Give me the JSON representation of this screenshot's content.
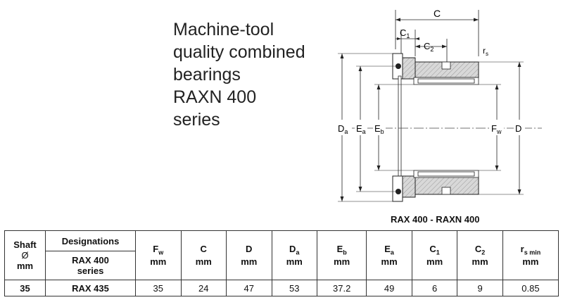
{
  "title_lines": [
    "Machine-tool",
    "quality combined",
    "bearings",
    "RAXN 400",
    "series"
  ],
  "drawing_labels": {
    "C": "C",
    "C1": "C",
    "C1_sub": "1",
    "C2": "C",
    "C2_sub": "2",
    "rs": "r",
    "rs_sub": "s",
    "Da": "D",
    "Da_sub": "a",
    "Ea": "E",
    "Ea_sub": "a",
    "Eb": "E",
    "Eb_sub": "b",
    "Fw": "F",
    "Fw_sub": "w",
    "D": "D"
  },
  "caption": "RAX 400 - RAXN 400",
  "table": {
    "shaft_header": [
      "Shaft",
      "Ø",
      "mm"
    ],
    "designations_header": "Designations",
    "series_header": [
      "RAX 400",
      "series"
    ],
    "columns": [
      {
        "main": "F",
        "sub": "w",
        "unit": "mm"
      },
      {
        "main": "C",
        "sub": "",
        "unit": "mm"
      },
      {
        "main": "D",
        "sub": "",
        "unit": "mm"
      },
      {
        "main": "D",
        "sub": "a",
        "unit": "mm"
      },
      {
        "main": "E",
        "sub": "b",
        "unit": "mm"
      },
      {
        "main": "E",
        "sub": "a",
        "unit": "mm"
      },
      {
        "main": "C",
        "sub": "1",
        "unit": "mm"
      },
      {
        "main": "C",
        "sub": "2",
        "unit": "mm"
      },
      {
        "main": "r",
        "sub": "s min",
        "unit": "mm"
      }
    ],
    "rows": [
      {
        "shaft": "35",
        "designation": "RAX 435",
        "values": [
          "35",
          "24",
          "47",
          "53",
          "37.2",
          "49",
          "6",
          "9",
          "0.85"
        ]
      }
    ]
  }
}
